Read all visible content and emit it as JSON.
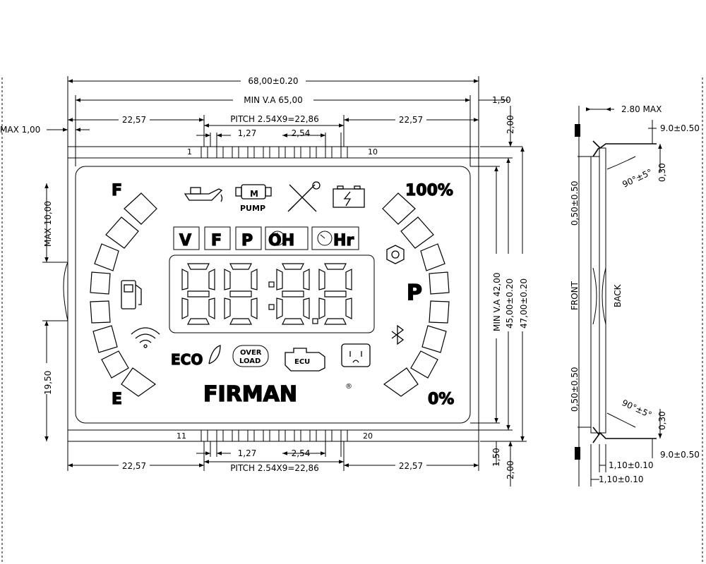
{
  "dimensions": {
    "overall_width": "68,00±0.20",
    "view_area_width": "MIN V.A 65,00",
    "left_offset": "22,57",
    "right_offset": "22,57",
    "pitch": "PITCH 2.54X9=22,86",
    "pin_width": "1,27",
    "pin_pitch": "2,54",
    "top_gap": "1,50",
    "top_pin_height": "2,00",
    "bottom_gap": "1,50",
    "bottom_pin_height": "2,00",
    "left_margin": "MAX 1,00",
    "max_height": "MAX 10,00",
    "bottom_side_height": "19,50",
    "view_area_height": "MIN V.A 42,00",
    "glass_height": "45,00±0.20",
    "overall_height": "47,00±0.20"
  },
  "pins": {
    "top_first": "1",
    "top_last": "10",
    "bottom_first": "11",
    "bottom_last": "20"
  },
  "lcd": {
    "fuel_full": "F",
    "fuel_empty": "E",
    "percent_full": "100%",
    "percent_empty": "0%",
    "mode_letters": [
      "V",
      "F",
      "P"
    ],
    "mode_oh": "OH",
    "mode_hr": "Hr",
    "pump_m": "M",
    "pump_label": "PUMP",
    "eco": "ECO",
    "overload_line1": "OVER",
    "overload_line2": "LOAD",
    "ecu": "ECU",
    "park": "P",
    "brand": "FIRMAN",
    "registered": "®"
  },
  "side_view": {
    "thickness": "2.80 MAX",
    "pin_top": "9.0±0.50",
    "angle_top": "90°±5°",
    "lead_top": "0,30",
    "tol_top": "0,50±0.50",
    "front": "FRONT",
    "back": "BACK",
    "tol_bottom": "0,50±0.50",
    "angle_bottom": "90°±5°",
    "lead_bottom": "0,30",
    "pin_bottom": "9.0±0.50",
    "glass_front": "1,10±0.10",
    "glass_back": "1,10±0.10"
  }
}
